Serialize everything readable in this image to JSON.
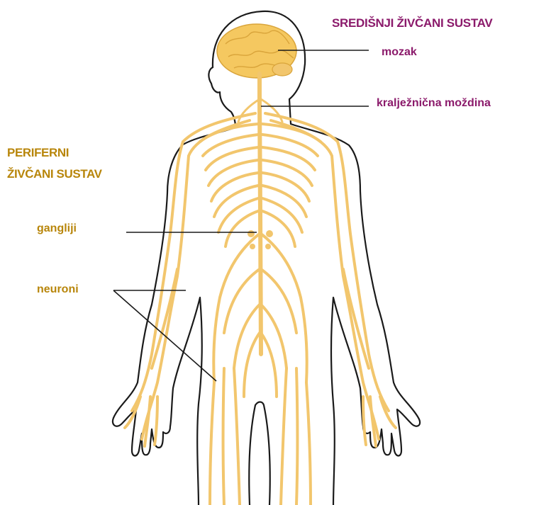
{
  "central_nervous_system": {
    "title": "SREDIŠNJI ŽIVČANI SUSTAV",
    "brain_label": "mozak",
    "spinal_cord_label": "kralježnična moždina",
    "color": "#8b1a6b"
  },
  "peripheral_nervous_system": {
    "title_line1": "PERIFERNI",
    "title_line2": "ŽIVČANI SUSTAV",
    "ganglia_label": "gangliji",
    "neurons_label": "neuroni",
    "color": "#b8860b"
  },
  "nerve_color": "#f2c66d",
  "brain_color": "#f5c860",
  "outline_color": "#1a1a1a"
}
